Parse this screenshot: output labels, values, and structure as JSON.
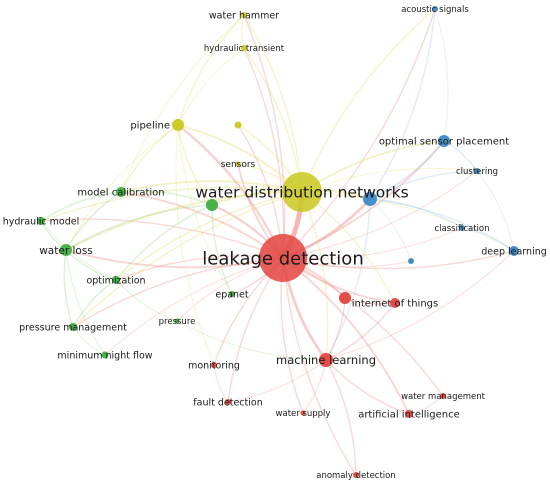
{
  "clusters": {
    "red": {
      "color": "#e3443f",
      "edge_color": "#ee8f8a"
    },
    "green": {
      "color": "#3fae3f",
      "edge_color": "#9ad58f"
    },
    "yellow": {
      "color": "#c9c81f",
      "edge_color": "#e0dc6a"
    },
    "blue": {
      "color": "#3c89c8",
      "edge_color": "#a8c8e8"
    }
  },
  "nodes": [
    {
      "id": "leakage-detection",
      "label": "leakage detection",
      "cluster": "red",
      "weight": 10
    },
    {
      "id": "water-distribution-networks",
      "label": "water distribution networks",
      "cluster": "yellow",
      "weight": 8
    },
    {
      "id": "water-hammer",
      "label": "water hammer",
      "cluster": "yellow",
      "weight": 2
    },
    {
      "id": "hydraulic-transient",
      "label": "hydraulic transient",
      "cluster": "yellow",
      "weight": 1
    },
    {
      "id": "pipeline",
      "label": "pipeline",
      "cluster": "yellow",
      "weight": 3
    },
    {
      "id": "sensors",
      "label": "sensors",
      "cluster": "yellow",
      "weight": 1
    },
    {
      "id": "yellow-unlabeled",
      "label": "",
      "cluster": "yellow",
      "weight": 1
    },
    {
      "id": "acoustic-signals",
      "label": "acoustic signals",
      "cluster": "blue",
      "weight": 1
    },
    {
      "id": "optimal-sensor-placement",
      "label": "optimal sensor placement",
      "cluster": "blue",
      "weight": 3
    },
    {
      "id": "clustering",
      "label": "clustering",
      "cluster": "blue",
      "weight": 1
    },
    {
      "id": "blue-hub",
      "label": "",
      "cluster": "blue",
      "weight": 4
    },
    {
      "id": "classification",
      "label": "classification",
      "cluster": "blue",
      "weight": 1
    },
    {
      "id": "deep-learning",
      "label": "deep learning",
      "cluster": "blue",
      "weight": 2
    },
    {
      "id": "blue-unlabeled",
      "label": "",
      "cluster": "blue",
      "weight": 1
    },
    {
      "id": "model-calibration",
      "label": "model calibration",
      "cluster": "green",
      "weight": 2
    },
    {
      "id": "hydraulic-model",
      "label": "hydraulic model",
      "cluster": "green",
      "weight": 2
    },
    {
      "id": "water-loss",
      "label": "water loss",
      "cluster": "green",
      "weight": 3
    },
    {
      "id": "green-hub",
      "label": "",
      "cluster": "green",
      "weight": 3
    },
    {
      "id": "optimization",
      "label": "optimization",
      "cluster": "green",
      "weight": 2
    },
    {
      "id": "epanet",
      "label": "epanet",
      "cluster": "green",
      "weight": 1
    },
    {
      "id": "pressure-management",
      "label": "pressure management",
      "cluster": "green",
      "weight": 2
    },
    {
      "id": "pressure",
      "label": "pressure",
      "cluster": "green",
      "weight": 1
    },
    {
      "id": "minimum-night-flow",
      "label": "minimum night flow",
      "cluster": "green",
      "weight": 1
    },
    {
      "id": "internet-of-things",
      "label": "internet of things",
      "cluster": "red",
      "weight": 2
    },
    {
      "id": "red-node-a",
      "label": "",
      "cluster": "red",
      "weight": 2
    },
    {
      "id": "machine-learning",
      "label": "machine learning",
      "cluster": "red",
      "weight": 3
    },
    {
      "id": "monitoring",
      "label": "monitoring",
      "cluster": "red",
      "weight": 1
    },
    {
      "id": "fault-detection",
      "label": "fault detection",
      "cluster": "red",
      "weight": 1
    },
    {
      "id": "water-supply",
      "label": "water supply",
      "cluster": "red",
      "weight": 1
    },
    {
      "id": "artificial-intelligence",
      "label": "artificial intelligence",
      "cluster": "red",
      "weight": 2
    },
    {
      "id": "water-management",
      "label": "water management",
      "cluster": "red",
      "weight": 1
    },
    {
      "id": "anomaly-detection",
      "label": "anomaly detection",
      "cluster": "red",
      "weight": 1
    }
  ],
  "links": [
    [
      "leakage-detection",
      "water-distribution-networks",
      10
    ],
    [
      "leakage-detection",
      "pipeline",
      4
    ],
    [
      "leakage-detection",
      "water-hammer",
      2
    ],
    [
      "leakage-detection",
      "hydraulic-transient",
      2
    ],
    [
      "leakage-detection",
      "sensors",
      3
    ],
    [
      "leakage-detection",
      "yellow-unlabeled",
      2
    ],
    [
      "leakage-detection",
      "acoustic-signals",
      2
    ],
    [
      "leakage-detection",
      "optimal-sensor-placement",
      3
    ],
    [
      "leakage-detection",
      "blue-hub",
      5
    ],
    [
      "leakage-detection",
      "clustering",
      1
    ],
    [
      "leakage-detection",
      "classification",
      1
    ],
    [
      "leakage-detection",
      "deep-learning",
      2
    ],
    [
      "leakage-detection",
      "blue-unlabeled",
      1
    ],
    [
      "leakage-detection",
      "model-calibration",
      3
    ],
    [
      "leakage-detection",
      "hydraulic-model",
      2
    ],
    [
      "leakage-detection",
      "water-loss",
      3
    ],
    [
      "leakage-detection",
      "green-hub",
      4
    ],
    [
      "leakage-detection",
      "optimization",
      2
    ],
    [
      "leakage-detection",
      "epanet",
      2
    ],
    [
      "leakage-detection",
      "pressure-management",
      2
    ],
    [
      "leakage-detection",
      "pressure",
      1
    ],
    [
      "leakage-detection",
      "minimum-night-flow",
      1
    ],
    [
      "leakage-detection",
      "internet-of-things",
      3
    ],
    [
      "leakage-detection",
      "red-node-a",
      3
    ],
    [
      "leakage-detection",
      "machine-learning",
      5
    ],
    [
      "leakage-detection",
      "monitoring",
      2
    ],
    [
      "leakage-detection",
      "fault-detection",
      2
    ],
    [
      "leakage-detection",
      "water-supply",
      2
    ],
    [
      "leakage-detection",
      "artificial-intelligence",
      3
    ],
    [
      "leakage-detection",
      "water-management",
      2
    ],
    [
      "leakage-detection",
      "anomaly-detection",
      2
    ],
    [
      "water-distribution-networks",
      "water-hammer",
      2
    ],
    [
      "water-distribution-networks",
      "hydraulic-transient",
      2
    ],
    [
      "water-distribution-networks",
      "pipeline",
      3
    ],
    [
      "water-distribution-networks",
      "sensors",
      2
    ],
    [
      "water-distribution-networks",
      "yellow-unlabeled",
      2
    ],
    [
      "water-distribution-networks",
      "blue-hub",
      4
    ],
    [
      "water-distribution-networks",
      "optimal-sensor-placement",
      3
    ],
    [
      "water-distribution-networks",
      "acoustic-signals",
      2
    ],
    [
      "water-distribution-networks",
      "clustering",
      1
    ],
    [
      "water-distribution-networks",
      "deep-learning",
      1
    ],
    [
      "water-distribution-networks",
      "model-calibration",
      3
    ],
    [
      "water-distribution-networks",
      "hydraulic-model",
      2
    ],
    [
      "water-distribution-networks",
      "water-loss",
      3
    ],
    [
      "water-distribution-networks",
      "green-hub",
      3
    ],
    [
      "water-distribution-networks",
      "optimization",
      2
    ],
    [
      "water-distribution-networks",
      "pressure-management",
      2
    ],
    [
      "water-distribution-networks",
      "machine-learning",
      2
    ],
    [
      "water-distribution-networks",
      "internet-of-things",
      2
    ],
    [
      "water-hammer",
      "pipeline",
      2
    ],
    [
      "water-hammer",
      "hydraulic-transient",
      1
    ],
    [
      "water-hammer",
      "model-calibration",
      1
    ],
    [
      "hydraulic-transient",
      "pipeline",
      1
    ],
    [
      "pipeline",
      "model-calibration",
      2
    ],
    [
      "pipeline",
      "green-hub",
      2
    ],
    [
      "pipeline",
      "water-loss",
      1
    ],
    [
      "pipeline",
      "monitoring",
      1
    ],
    [
      "pipeline",
      "epanet",
      1
    ],
    [
      "blue-hub",
      "optimal-sensor-placement",
      3
    ],
    [
      "blue-hub",
      "clustering",
      2
    ],
    [
      "blue-hub",
      "classification",
      2
    ],
    [
      "blue-hub",
      "deep-learning",
      2
    ],
    [
      "blue-hub",
      "acoustic-signals",
      2
    ],
    [
      "blue-hub",
      "blue-unlabeled",
      1
    ],
    [
      "blue-hub",
      "machine-learning",
      2
    ],
    [
      "optimal-sensor-placement",
      "clustering",
      2
    ],
    [
      "optimal-sensor-placement",
      "acoustic-signals",
      1
    ],
    [
      "clustering",
      "deep-learning",
      1
    ],
    [
      "classification",
      "deep-learning",
      1
    ],
    [
      "model-calibration",
      "water-loss",
      2
    ],
    [
      "model-calibration",
      "hydraulic-model",
      2
    ],
    [
      "model-calibration",
      "green-hub",
      2
    ],
    [
      "hydraulic-model",
      "water-loss",
      2
    ],
    [
      "hydraulic-model",
      "optimization",
      1
    ],
    [
      "water-loss",
      "green-hub",
      2
    ],
    [
      "water-loss",
      "optimization",
      2
    ],
    [
      "water-loss",
      "pressure-management",
      2
    ],
    [
      "water-loss",
      "minimum-night-flow",
      1
    ],
    [
      "green-hub",
      "optimization",
      2
    ],
    [
      "green-hub",
      "epanet",
      2
    ],
    [
      "optimization",
      "pressure-management",
      2
    ],
    [
      "optimization",
      "pressure",
      1
    ],
    [
      "pressure-management",
      "minimum-night-flow",
      1
    ],
    [
      "pressure",
      "machine-learning",
      1
    ],
    [
      "internet-of-things",
      "machine-learning",
      2
    ],
    [
      "internet-of-things",
      "red-node-a",
      2
    ],
    [
      "red-node-a",
      "machine-learning",
      2
    ],
    [
      "machine-learning",
      "artificial-intelligence",
      2
    ],
    [
      "machine-learning",
      "water-supply",
      1
    ],
    [
      "machine-learning",
      "anomaly-detection",
      2
    ],
    [
      "machine-learning",
      "fault-detection",
      1
    ],
    [
      "machine-learning",
      "deep-learning",
      1
    ],
    [
      "artificial-intelligence",
      "water-management",
      1
    ],
    [
      "monitoring",
      "fault-detection",
      1
    ]
  ]
}
